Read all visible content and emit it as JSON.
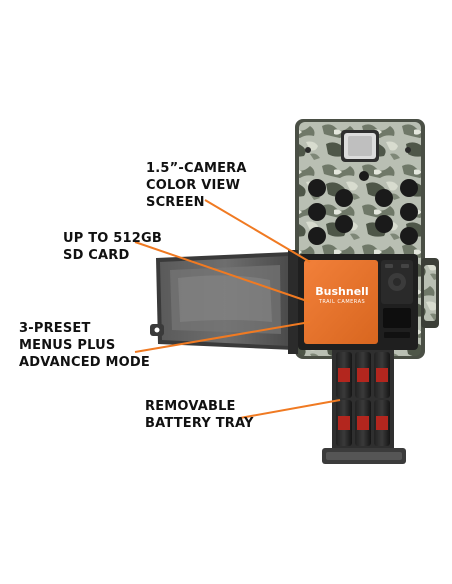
{
  "callouts": [
    {
      "id": "screen",
      "lines": [
        "1.5”-CAMERA",
        "COLOR VIEW",
        "SCREEN"
      ]
    },
    {
      "id": "sdcard",
      "lines": [
        "UP TO 512GB",
        "SD CARD"
      ]
    },
    {
      "id": "menus",
      "lines": [
        "3-PRESET",
        "MENUS PLUS",
        "ADVANCED MODE"
      ]
    },
    {
      "id": "battery",
      "lines": [
        "REMOVABLE",
        "BATTERY TRAY"
      ]
    }
  ],
  "brand": {
    "logo": "Bushnell",
    "sub": "TRAIL CAMERAS"
  },
  "colors": {
    "accent": "#f07a22",
    "panel": "#e8732a",
    "text": "#111111"
  }
}
